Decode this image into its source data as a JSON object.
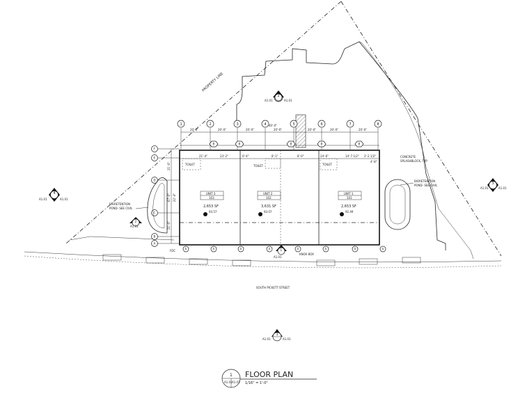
{
  "property_line_label": "PROPERTY LINE",
  "grid_columns": [
    "1",
    "2",
    "3",
    "4",
    "5",
    "6",
    "7",
    "8"
  ],
  "grid_rows": [
    "F",
    "E",
    "D",
    "C",
    "B",
    "A"
  ],
  "top_dimensions": [
    "20'-0\"",
    "20'-0\"",
    "20'-0\"",
    "20'-0\"",
    "20'-0\"",
    "20'-0\"",
    "20'-0\""
  ],
  "dim_40": "40'-0\"",
  "interior_dimensions": [
    "21'-4\"",
    "23'-2\"",
    "0'-4\"",
    "8'-1\"",
    "8'-0\"",
    "24'-6\"",
    "14'-7 1/2\"",
    "2'-2 1/2\"",
    "4'-8\""
  ],
  "side_dimensions": [
    "21'-0\"",
    "67'-0\"",
    "22'-4\"",
    "21'-0\""
  ],
  "toilet_label": "TOILET",
  "door_tag": "A",
  "window_tag": "B",
  "units": [
    {
      "name": "UNIT 3",
      "number": "103",
      "area": "2,653 SF",
      "elevation": "93.57"
    },
    {
      "name": "UNIT 2",
      "number": "102",
      "area": "3,631 SF",
      "elevation": "93.07"
    },
    {
      "name": "UNIT 1",
      "number": "101",
      "area": "2,653 SF",
      "elevation": "92.49"
    }
  ],
  "notes": {
    "splashblock": [
      "CONCRETE",
      "SPLASHBLOCK, TYP"
    ],
    "bioretention_left": [
      "BIORETENTION",
      "POND- SEE CIVIL"
    ],
    "bioretention_right": [
      "BIORETENTION",
      "POND- SEE CIVIL"
    ],
    "knox_box": "KNOX BOX",
    "fdc": "FDC"
  },
  "street_label": "SOUTH PICKETT STREET",
  "section_markers": [
    {
      "number": "1",
      "sheet": "A1.01"
    },
    {
      "number": "2",
      "sheet": "A1.01"
    },
    {
      "number": "3",
      "sheet": "A1.01"
    },
    {
      "number": "4",
      "sheet": "A1.01"
    }
  ],
  "title_block": {
    "number": "1",
    "sheet": "A1.01",
    "title": "FLOOR PLAN",
    "scale": "1/16\" = 1'-0\""
  }
}
